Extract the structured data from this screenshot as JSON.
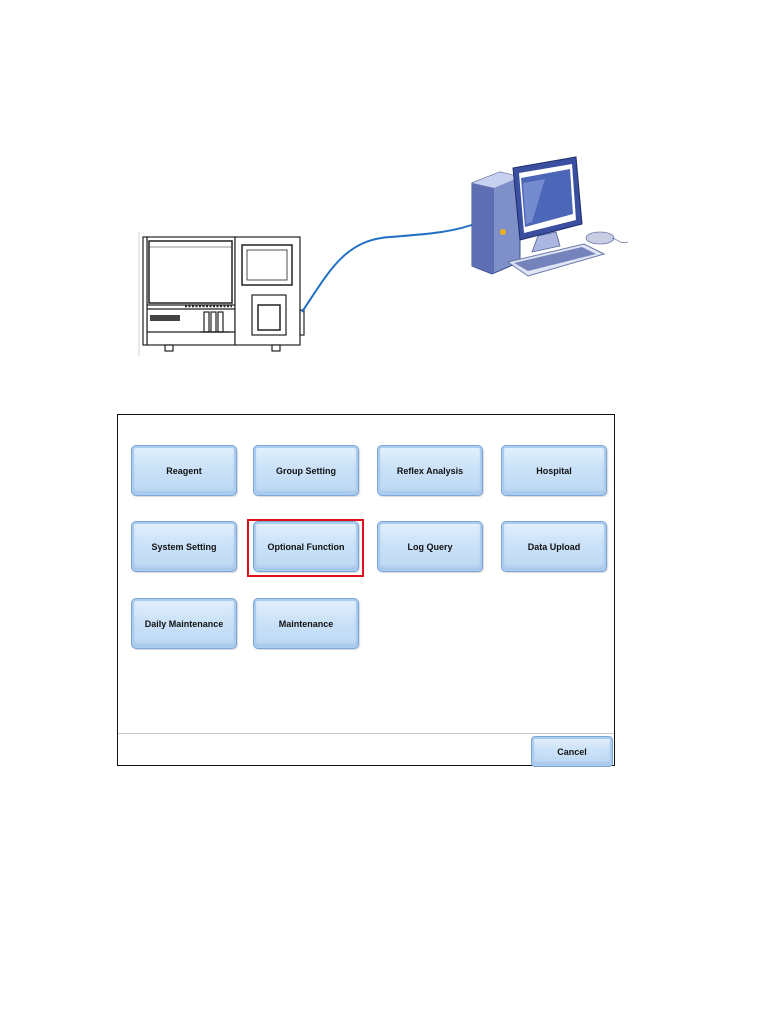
{
  "menu": {
    "buttons": [
      {
        "label": "Reagent"
      },
      {
        "label": "Group Setting"
      },
      {
        "label": "Reflex Analysis"
      },
      {
        "label": "Hospital"
      },
      {
        "label": "System Setting"
      },
      {
        "label": "Optional Function"
      },
      {
        "label": "Log Query"
      },
      {
        "label": "Data Upload"
      },
      {
        "label": "Daily Maintenance"
      },
      {
        "label": "Maintenance"
      }
    ],
    "cancel_label": "Cancel"
  },
  "colors": {
    "button_fill": "#cbe2f8",
    "button_border": "#7aa6d8",
    "highlight": "#e0101a",
    "cable": "#1f6fc4"
  },
  "icons": [
    "analyzer-icon",
    "computer-icon",
    "cable-icon"
  ]
}
